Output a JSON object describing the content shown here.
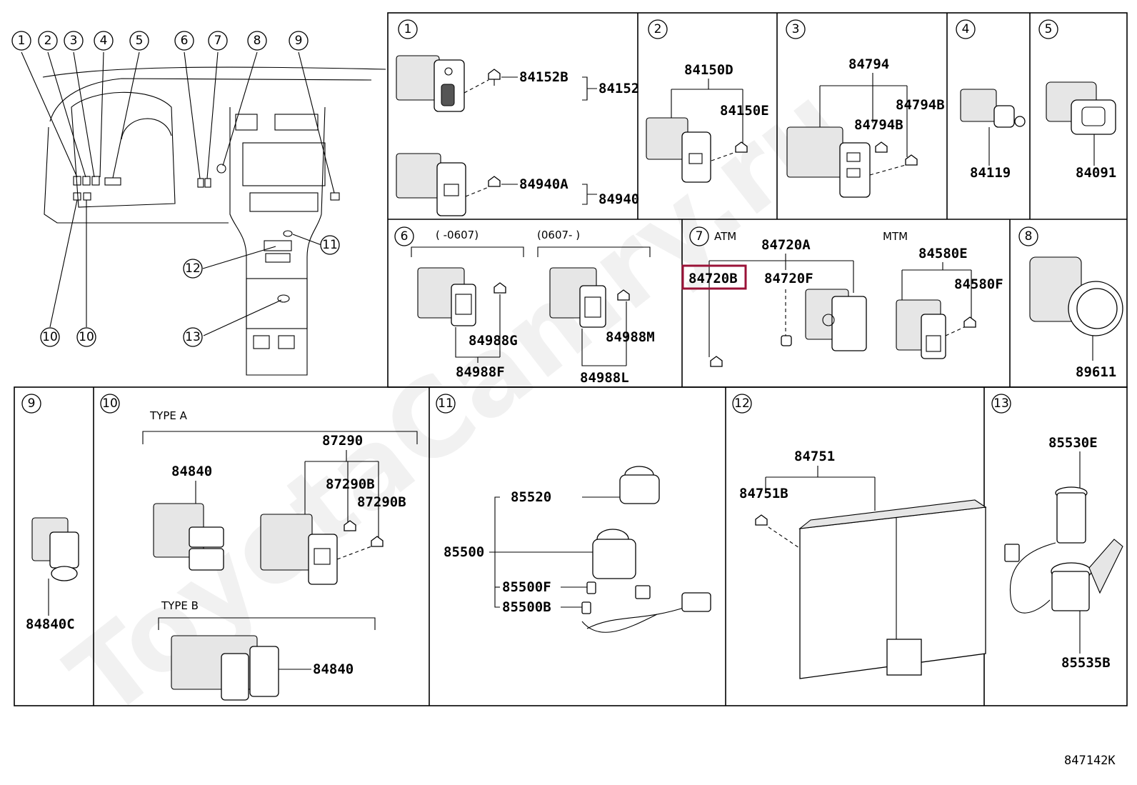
{
  "watermark": "ToyotaCamry.ru",
  "diagram_id": "847142K",
  "highlighted_part": "84720B",
  "overview": {
    "top_callouts": [
      "1",
      "2",
      "3",
      "4",
      "5",
      "6",
      "7",
      "8",
      "9"
    ],
    "side_callouts": [
      "11",
      "12",
      "13"
    ],
    "bottom_callouts": [
      "10",
      "10"
    ]
  },
  "panels": {
    "p1": {
      "num": "1",
      "parts": {
        "a": "84152B",
        "b": "84152",
        "c": "84940A",
        "d": "84940"
      }
    },
    "p2": {
      "num": "2",
      "parts": {
        "a": "84150D",
        "b": "84150E"
      }
    },
    "p3": {
      "num": "3",
      "parts": {
        "a": "84794",
        "b": "84794B",
        "c": "84794B"
      }
    },
    "p4": {
      "num": "4",
      "parts": {
        "a": "84119"
      }
    },
    "p5": {
      "num": "5",
      "parts": {
        "a": "84091"
      }
    },
    "p6": {
      "num": "6",
      "range_left": "(      -0607)",
      "range_right": "(0607-      )",
      "parts": {
        "a": "84988G",
        "b": "84988F",
        "c": "84988M",
        "d": "84988L"
      }
    },
    "p7": {
      "num": "7",
      "atm": "ATM",
      "mtm": "MTM",
      "parts": {
        "a": "84720A",
        "b": "84720B",
        "c": "84720F",
        "d": "84580E",
        "e": "84580F"
      }
    },
    "p8": {
      "num": "8",
      "parts": {
        "a": "89611"
      }
    },
    "p9": {
      "num": "9",
      "parts": {
        "a": "84840C"
      }
    },
    "p10": {
      "num": "10",
      "type_a": "TYPE A",
      "type_b": "TYPE B",
      "parts": {
        "a": "84840",
        "b": "87290",
        "c": "87290B",
        "d": "87290B",
        "e": "84840"
      }
    },
    "p11": {
      "num": "11",
      "parts": {
        "a": "85520",
        "b": "85500",
        "c": "85500F",
        "d": "85500B"
      }
    },
    "p12": {
      "num": "12",
      "parts": {
        "a": "84751",
        "b": "84751B"
      }
    },
    "p13": {
      "num": "13",
      "parts": {
        "a": "85530E",
        "b": "85535B"
      }
    }
  }
}
